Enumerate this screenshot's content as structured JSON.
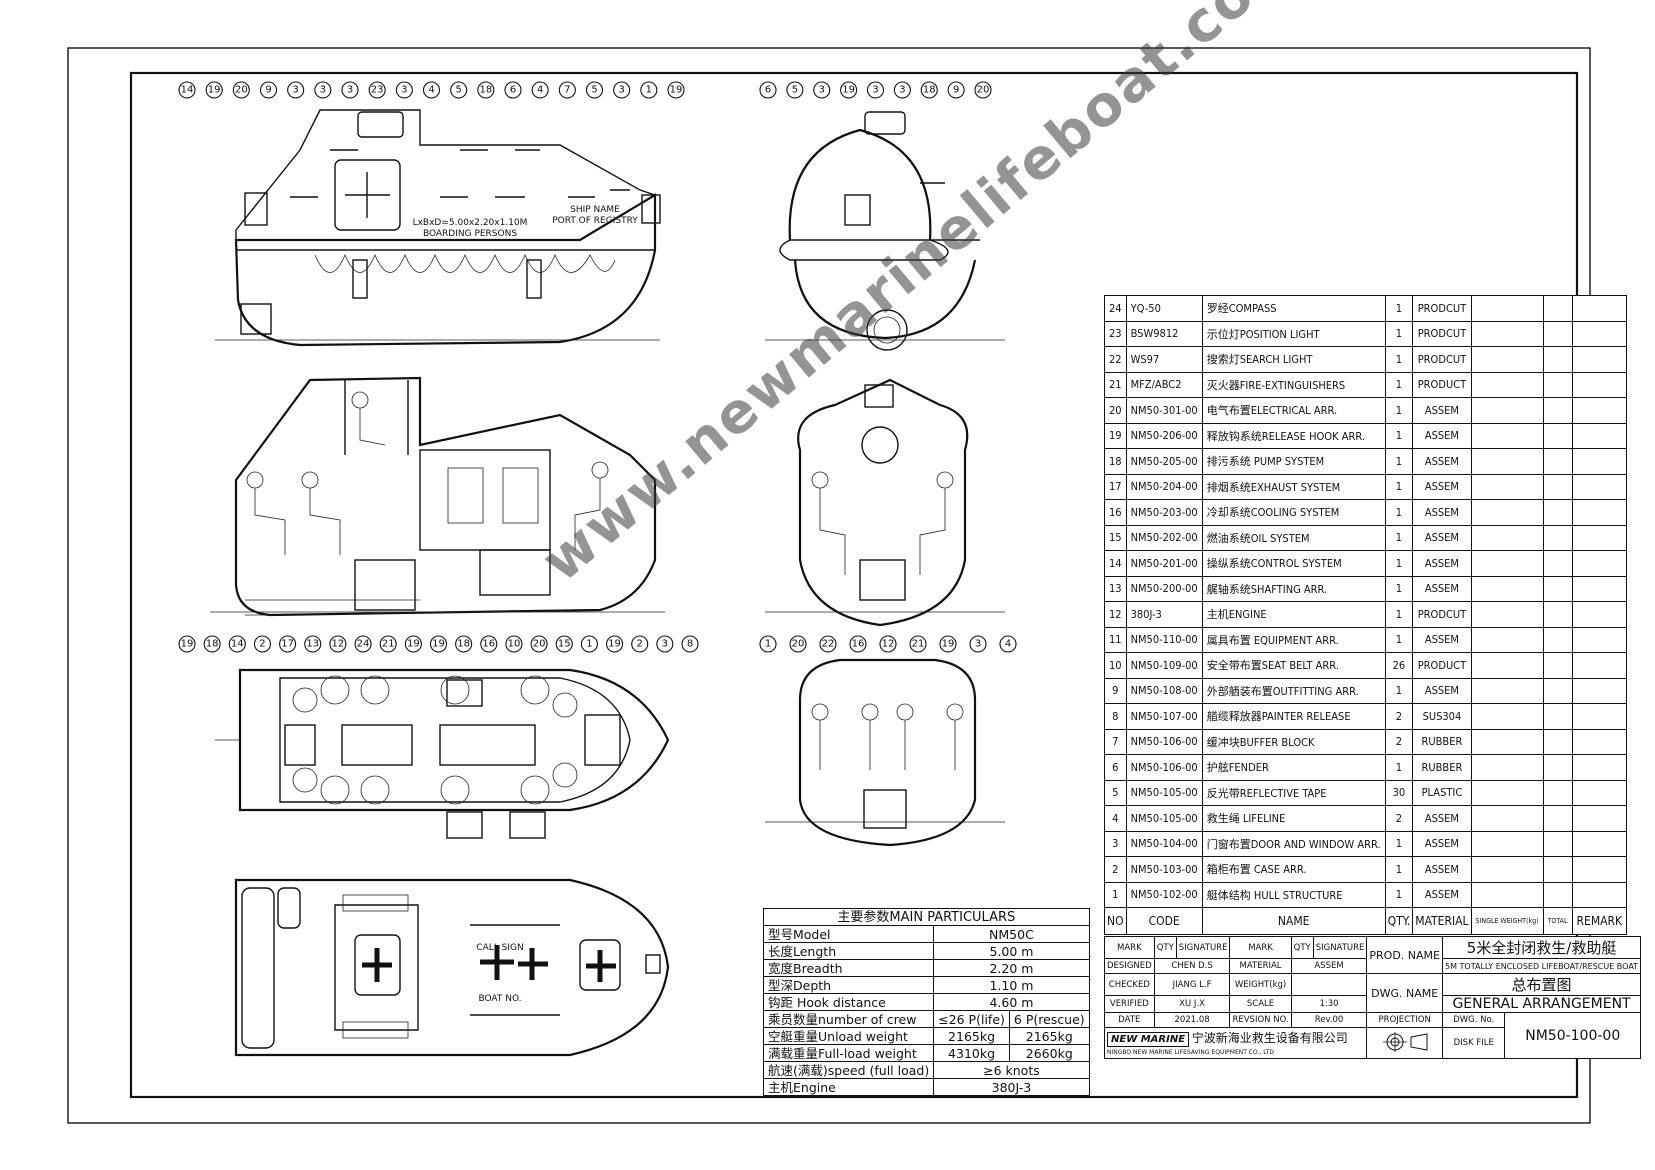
{
  "balloons": {
    "side_view_top": [
      "14",
      "19",
      "20",
      "9",
      "3",
      "3",
      "3",
      "23",
      "3",
      "4",
      "5",
      "18",
      "6",
      "4",
      "7",
      "5",
      "3",
      "1",
      "19"
    ],
    "end_view_top": [
      "6",
      "5",
      "3",
      "19",
      "3",
      "3",
      "18",
      "9",
      "20"
    ],
    "section_view_bottom": [
      "19",
      "18",
      "14",
      "2",
      "17",
      "13",
      "12",
      "24",
      "21",
      "19",
      "19",
      "18",
      "16",
      "10",
      "20",
      "15",
      "1",
      "19",
      "2",
      "3",
      "8"
    ],
    "end_section_bottom": [
      "1",
      "20",
      "22",
      "16",
      "12",
      "21",
      "19",
      "3",
      "4"
    ]
  },
  "hull_text": {
    "dimensions": "LxBxD=5.00x2.20x1.10M",
    "boarding": "BOARDING PERSONS",
    "ship_name": "SHIP NAME",
    "port": "PORT OF REGISTRY",
    "call_sign": "CALL SIGN",
    "boat_no": "BOAT NO."
  },
  "bom": {
    "headers": {
      "no": "NO",
      "code": "CODE",
      "name": "NAME",
      "qty": "QTY.",
      "material": "MATERIAL",
      "single_weight": "SINGLE WEIGHT(kg)",
      "total_weight": "TOTAL",
      "remark": "REMARK"
    },
    "rows": [
      {
        "no": "24",
        "code": "YQ-50",
        "name": "罗经COMPASS",
        "qty": "1",
        "material": "PRODCUT"
      },
      {
        "no": "23",
        "code": "BSW9812",
        "name": "示位灯POSITION LIGHT",
        "qty": "1",
        "material": "PRODCUT"
      },
      {
        "no": "22",
        "code": "WS97",
        "name": "搜索灯SEARCH LIGHT",
        "qty": "1",
        "material": "PRODCUT"
      },
      {
        "no": "21",
        "code": "MFZ/ABC2",
        "name": "灭火器FIRE-EXTINGUISHERS",
        "qty": "1",
        "material": "PRODUCT"
      },
      {
        "no": "20",
        "code": "NM50-301-00",
        "name": "电气布置ELECTRICAL ARR.",
        "qty": "1",
        "material": "ASSEM"
      },
      {
        "no": "19",
        "code": "NM50-206-00",
        "name": "释放钩系统RELEASE HOOK ARR.",
        "qty": "1",
        "material": "ASSEM"
      },
      {
        "no": "18",
        "code": "NM50-205-00",
        "name": "排污系统 PUMP SYSTEM",
        "qty": "1",
        "material": "ASSEM"
      },
      {
        "no": "17",
        "code": "NM50-204-00",
        "name": "排烟系统EXHAUST SYSTEM",
        "qty": "1",
        "material": "ASSEM"
      },
      {
        "no": "16",
        "code": "NM50-203-00",
        "name": "冷却系统COOLING SYSTEM",
        "qty": "1",
        "material": "ASSEM"
      },
      {
        "no": "15",
        "code": "NM50-202-00",
        "name": "燃油系统OIL SYSTEM",
        "qty": "1",
        "material": "ASSEM"
      },
      {
        "no": "14",
        "code": "NM50-201-00",
        "name": "操纵系统CONTROL SYSTEM",
        "qty": "1",
        "material": "ASSEM"
      },
      {
        "no": "13",
        "code": "NM50-200-00",
        "name": "艉轴系统SHAFTING ARR.",
        "qty": "1",
        "material": "ASSEM"
      },
      {
        "no": "12",
        "code": "380J-3",
        "name": "主机ENGINE",
        "qty": "1",
        "material": "PRODCUT"
      },
      {
        "no": "11",
        "code": "NM50-110-00",
        "name": "属具布置 EQUIPMENT ARR.",
        "qty": "1",
        "material": "ASSEM"
      },
      {
        "no": "10",
        "code": "NM50-109-00",
        "name": "安全带布置SEAT BELT ARR.",
        "qty": "26",
        "material": "PRODUCT"
      },
      {
        "no": "9",
        "code": "NM50-108-00",
        "name": "外部舾装布置OUTFITTING ARR.",
        "qty": "1",
        "material": "ASSEM"
      },
      {
        "no": "8",
        "code": "NM50-107-00",
        "name": "艏缆释放器PAINTER RELEASE",
        "qty": "2",
        "material": "SUS304"
      },
      {
        "no": "7",
        "code": "NM50-106-00",
        "name": "缓冲块BUFFER BLOCK",
        "qty": "2",
        "material": "RUBBER"
      },
      {
        "no": "6",
        "code": "NM50-106-00",
        "name": "护舷FENDER",
        "qty": "1",
        "material": "RUBBER"
      },
      {
        "no": "5",
        "code": "NM50-105-00",
        "name": "反光带REFLECTIVE TAPE",
        "qty": "30",
        "material": "PLASTIC"
      },
      {
        "no": "4",
        "code": "NM50-105-00",
        "name": "救生绳 LIFELINE",
        "qty": "2",
        "material": "ASSEM"
      },
      {
        "no": "3",
        "code": "NM50-104-00",
        "name": "门窗布置DOOR AND WINDOW ARR.",
        "qty": "1",
        "material": "ASSEM"
      },
      {
        "no": "2",
        "code": "NM50-103-00",
        "name": "箱柜布置 CASE ARR.",
        "qty": "1",
        "material": "ASSEM"
      },
      {
        "no": "1",
        "code": "NM50-102-00",
        "name": "艇体结构 HULL STRUCTURE",
        "qty": "1",
        "material": "ASSEM"
      }
    ]
  },
  "main_particulars": {
    "title": "主要参数MAIN PARTICULARS",
    "rows": [
      {
        "key": "型号Model",
        "value": "NM50C"
      },
      {
        "key": "长度Length",
        "value": "5.00 m"
      },
      {
        "key": "宽度Breadth",
        "value": "2.20 m"
      },
      {
        "key": "型深Depth",
        "value": "1.10 m"
      },
      {
        "key": "钩距 Hook distance",
        "value": "4.60 m"
      },
      {
        "key": "乘员数量number of crew",
        "value_a": "≤26 P(life)",
        "value_b": "6 P(rescue)"
      },
      {
        "key": "空艇重量Unload weight",
        "value_a": "2165kg",
        "value_b": "2165kg"
      },
      {
        "key": "满载重量Full-load weight",
        "value_a": "4310kg",
        "value_b": "2660kg"
      },
      {
        "key": "航速(满载)speed (full load)",
        "value": "≥6 knots"
      },
      {
        "key": "主机Engine",
        "value": "380J-3"
      }
    ]
  },
  "title_block": {
    "headers": [
      "MARK",
      "QTY",
      "SIGNATURE",
      "MARK",
      "QTY",
      "SIGNATURE"
    ],
    "designed_label": "DESIGNED",
    "designed": "CHEN D.S",
    "material_label": "MATERIAL",
    "material": "ASSEM",
    "checked_label": "CHECKED",
    "checked": "JIANG L.F",
    "weight_label": "WEIGHT(kg)",
    "weight": "",
    "verified_label": "VERIFIED",
    "verified": "XU J.X",
    "scale_label": "SCALE",
    "scale": "1:30",
    "date_label": "DATE",
    "date": "2021.08",
    "revision_label": "REVSION NO.",
    "revision": "Rev.00",
    "prod_name_label": "PROD. NAME",
    "prod_name_cn": "5米全封闭救生/救助艇",
    "prod_name_en": "5M TOTALLY ENCLOSED LIFEBOAT/RESCUE BOAT",
    "dwg_name_label": "DWG. NAME",
    "dwg_name_cn": "总布置图",
    "dwg_name_en": "GENERAL ARRANGEMENT",
    "projection_label": "PROJECTION",
    "dwg_no_label": "DWG. No.",
    "dwg_no": "NM50-100-00",
    "disk_file_label": "DISK FILE",
    "company_logo": "NEW MARINE",
    "company_cn": "宁波新海业救生设备有限公司",
    "company_en": "NINGBO NEW MARINE LIFESAVING EQUIPMENT CO., LTD"
  },
  "watermark": "www.newmarinelifeboat.com"
}
